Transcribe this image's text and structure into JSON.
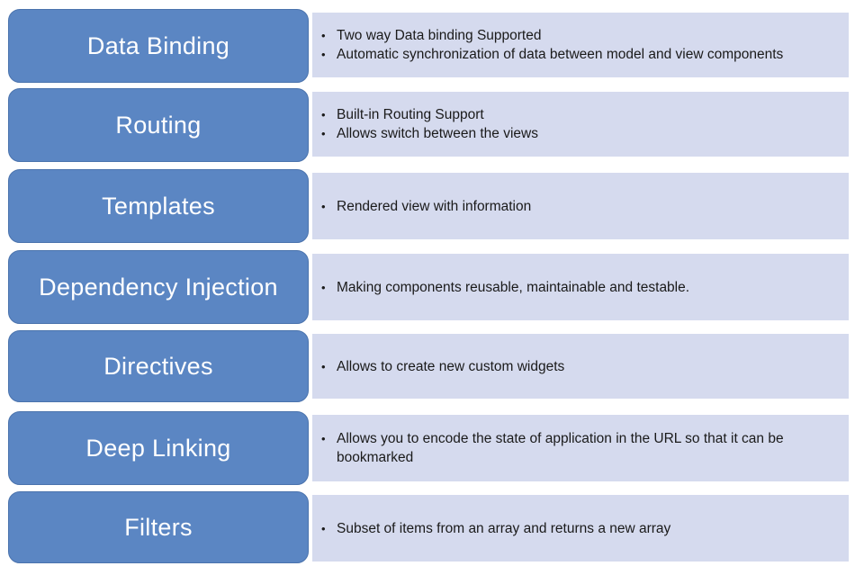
{
  "features": [
    {
      "name": "Data Binding",
      "bullets": [
        "Two way Data binding Supported",
        "Automatic synchronization of data between model and view components"
      ]
    },
    {
      "name": "Routing",
      "bullets": [
        "Built-in Routing Support",
        "Allows switch between the views"
      ]
    },
    {
      "name": "Templates",
      "bullets": [
        "Rendered view with information"
      ]
    },
    {
      "name": "Dependency Injection",
      "bullets": [
        "Making components reusable, maintainable and testable."
      ]
    },
    {
      "name": "Directives",
      "bullets": [
        "Allows to create new custom widgets"
      ]
    },
    {
      "name": "Deep Linking",
      "bullets": [
        "Allows you to encode the state of application in the URL so that it can be bookmarked"
      ]
    },
    {
      "name": "Filters",
      "bullets": [
        "Subset of items from an array and returns a new array"
      ]
    }
  ],
  "bullet_glyph": "•",
  "colors": {
    "label_fill": "#5b86c3",
    "label_border": "#4a73ad",
    "desc_fill": "#d5daee",
    "label_text": "#ffffff",
    "desc_text": "#1a1a1a"
  }
}
